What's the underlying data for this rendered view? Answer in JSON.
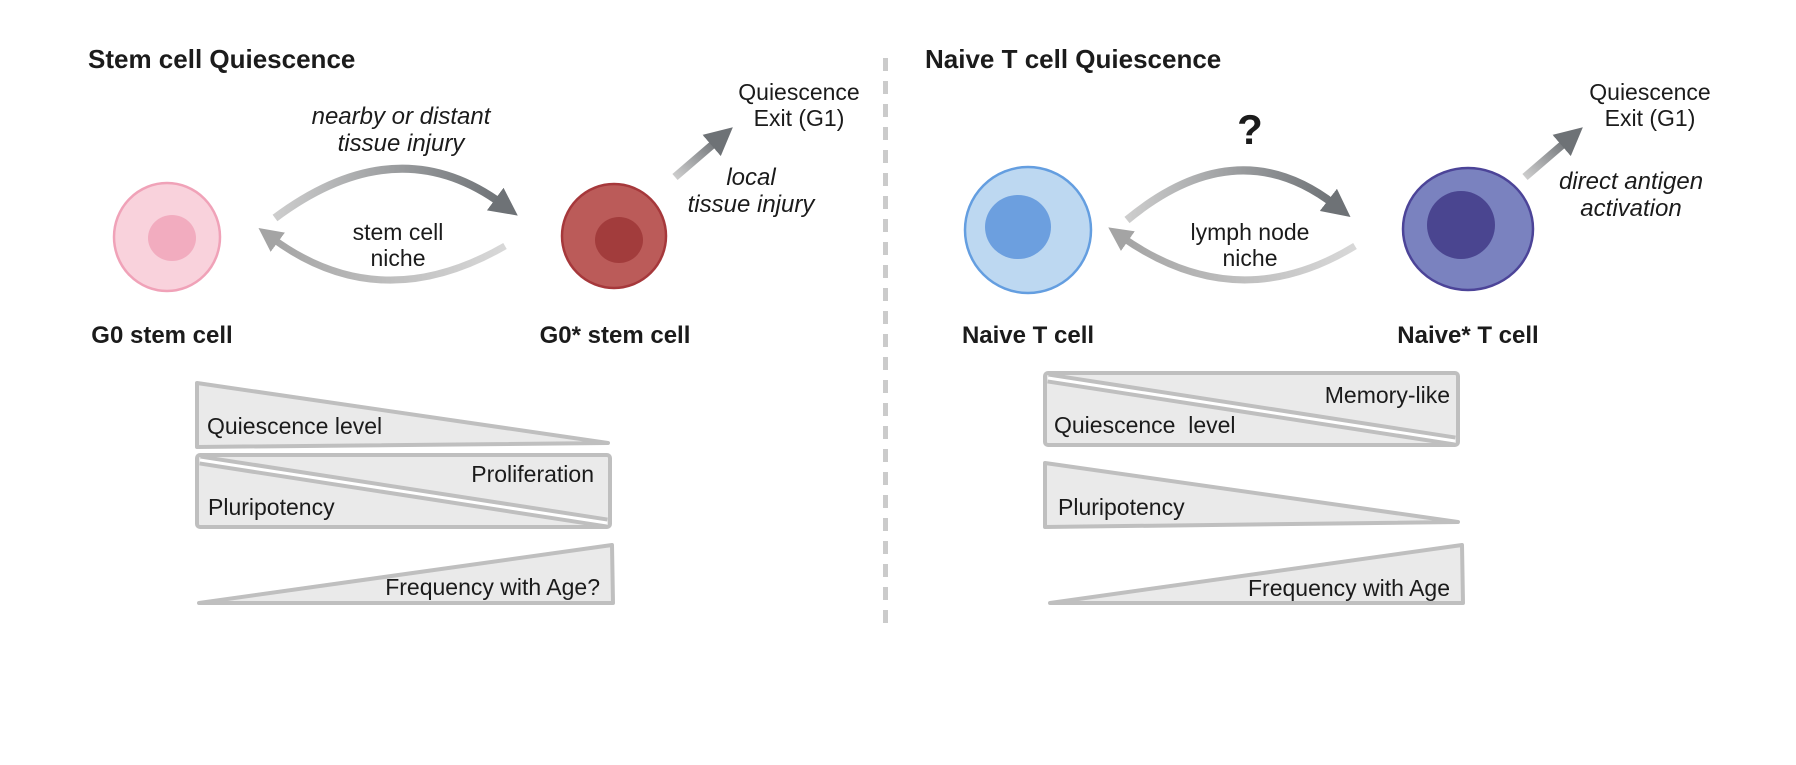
{
  "left_panel": {
    "title": "Stem cell Quiescence",
    "cells": {
      "quiescent_label": "G0 stem cell",
      "activated_label": "G0* stem cell"
    },
    "forward_arrow_label_line1": "nearby or distant",
    "forward_arrow_label_line2": "tissue injury",
    "niche_label_line1": "stem cell",
    "niche_label_line2": "niche",
    "exit_label_line1": "Quiescence",
    "exit_label_line2": "Exit (G1)",
    "exit_trigger_line1": "local",
    "exit_trigger_line2": "tissue injury",
    "bars": {
      "quiescence": "Quiescence level",
      "proliferation": "Proliferation",
      "pluripotency": "Pluripotency",
      "frequency": "Frequency with Age?"
    }
  },
  "right_panel": {
    "title": "Naive T cell Quiescence",
    "cells": {
      "quiescent_label": "Naive T cell",
      "activated_label": "Naive* T cell"
    },
    "forward_arrow_label": "?",
    "niche_label_line1": "lymph node",
    "niche_label_line2": "niche",
    "exit_label_line1": "Quiescence",
    "exit_label_line2": "Exit (G1)",
    "exit_trigger_line1": "direct antigen",
    "exit_trigger_line2": "activation",
    "bars": {
      "memory": "Memory-like",
      "quiescence": "Quiescence  level",
      "pluripotency": "Pluripotency",
      "frequency": "Frequency with Age"
    }
  },
  "colors": {
    "g0_cell_body": "#F9D2DC",
    "g0_cell_outline": "#F0A2B8",
    "g0_cell_nucleus": "#F2ACBF",
    "g0star_cell_body": "#BB5B59",
    "g0star_cell_outline": "#A6383B",
    "g0star_cell_nucleus": "#A23C3C",
    "naive_cell_body": "#BDD8F1",
    "naive_cell_outline": "#649EE0",
    "naive_cell_nucleus": "#6C9FDF",
    "naivestar_cell_body": "#7A82BF",
    "naivestar_cell_outline": "#4C4498",
    "naivestar_cell_nucleus": "#4A4590",
    "bar_fill": "#EAEAEA",
    "bar_outline": "#BFBFBF",
    "bar_gap": "#FFFFFF",
    "arrow_dark": "#6E7276",
    "arrow_light": "#CDCDCD",
    "return_arrow_dark": "#A4A4A4",
    "return_arrow_light": "#D8D8D8",
    "divider": "#CBCBCB",
    "text": "#1B1B1B"
  }
}
